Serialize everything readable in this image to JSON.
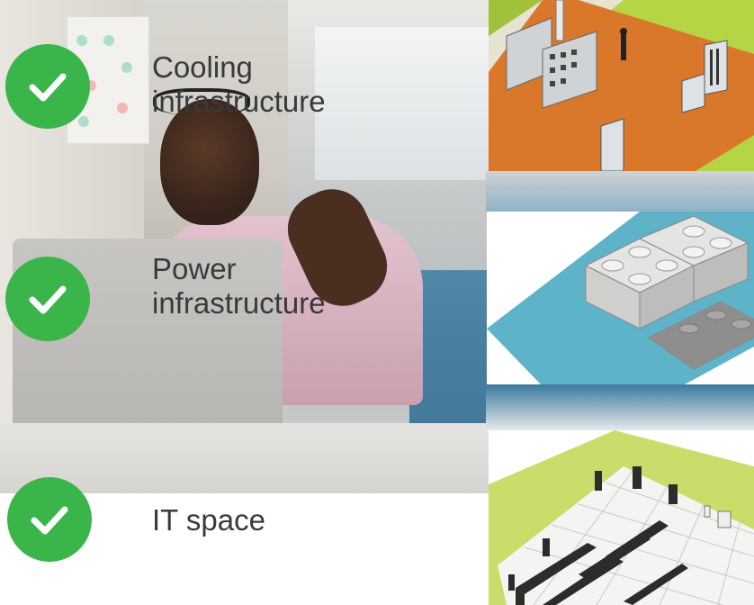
{
  "items": [
    {
      "label_line1": "Cooling",
      "label_line2": "infrastructure",
      "icon": "check-icon"
    },
    {
      "label_line1": "Power",
      "label_line2": "infrastructure",
      "icon": "check-icon"
    },
    {
      "label_line1": "IT space",
      "label_line2": "",
      "icon": "check-icon"
    }
  ],
  "colors": {
    "check_green": "#3ab54a",
    "label_text": "#3a3a3a",
    "floor_orange": "#d9782b",
    "wall_green": "#b6d544",
    "floor_blue": "#5fb3c9"
  }
}
